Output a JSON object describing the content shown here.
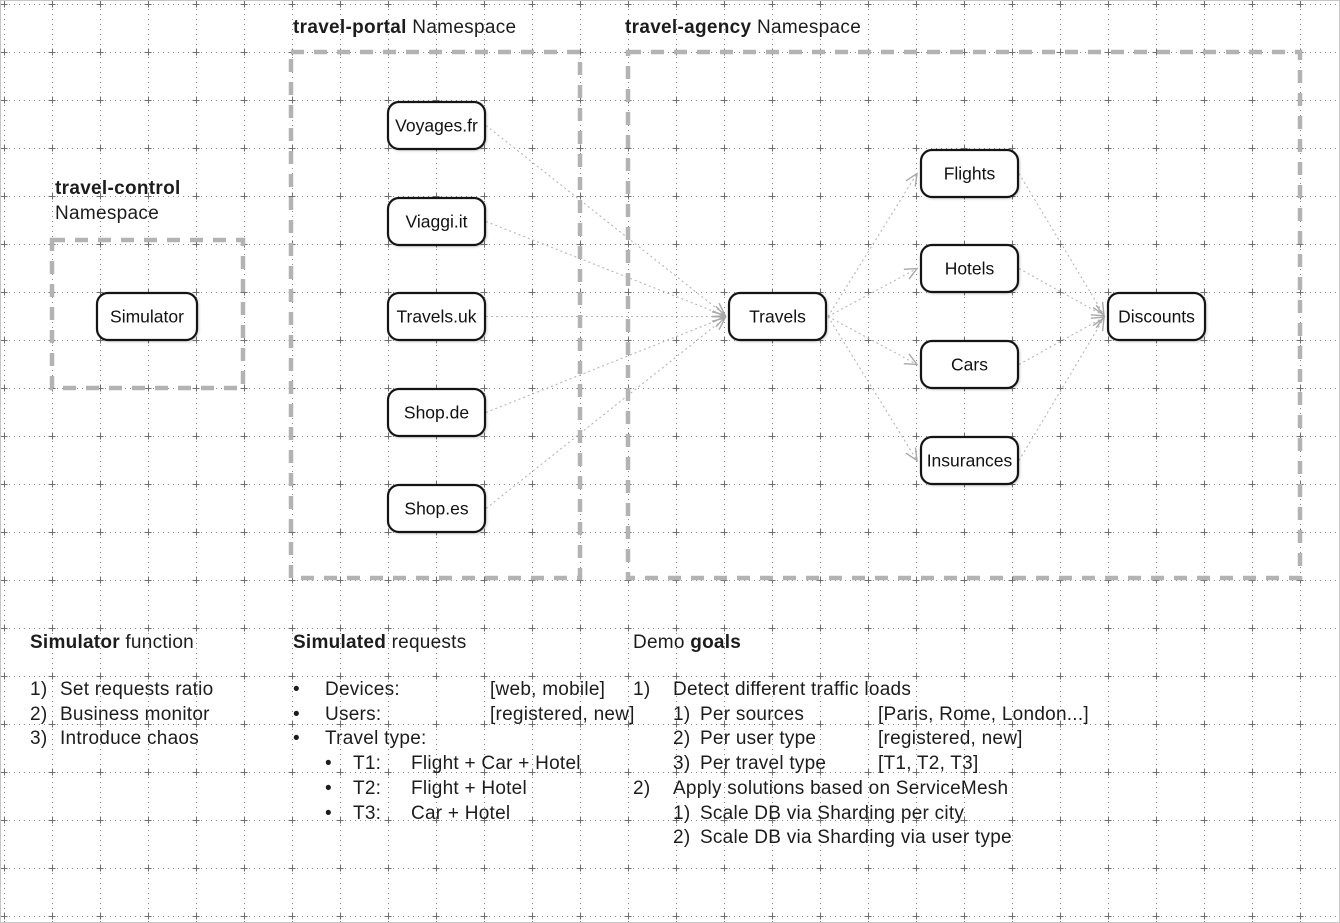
{
  "titles": {
    "control_bold": "travel-control",
    "control_regular": "Namespace",
    "portal_bold": "travel-portal",
    "portal_regular": " Namespace",
    "agency_bold": "travel-agency",
    "agency_regular": " Namespace"
  },
  "nodes": {
    "simulator": "Simulator",
    "voyages": "Voyages.fr",
    "viaggi": "Viaggi.it",
    "travelsuk": "Travels.uk",
    "shopde": "Shop.de",
    "shopes": "Shop.es",
    "travels": "Travels",
    "flights": "Flights",
    "hotels": "Hotels",
    "cars": "Cars",
    "insurances": "Insurances",
    "discounts": "Discounts"
  },
  "notes": {
    "col1": {
      "heading_bold": "Simulator",
      "heading_regular": " function",
      "items": [
        {
          "m": "1)",
          "t": "Set requests ratio"
        },
        {
          "m": "2)",
          "t": "Business monitor"
        },
        {
          "m": "3)",
          "t": "Introduce chaos"
        }
      ]
    },
    "col2": {
      "heading_bold": "Simulated",
      "heading_regular": " requests",
      "items": [
        {
          "m": "•",
          "label": "Devices:",
          "value": "[web, mobile]"
        },
        {
          "m": "•",
          "label": "Users:",
          "value": "[registered, new]"
        },
        {
          "m": "•",
          "label": "Travel type:",
          "value": ""
        }
      ],
      "subitems": [
        {
          "m": "•",
          "label": "T1:",
          "value": "Flight + Car + Hotel"
        },
        {
          "m": "•",
          "label": "T2:",
          "value": "Flight + Hotel"
        },
        {
          "m": "•",
          "label": "T3:",
          "value": "Car + Hotel"
        }
      ]
    },
    "col3": {
      "heading_regular": "Demo ",
      "heading_bold": "goals",
      "goal1_m": "1)",
      "goal1": "Detect different traffic loads",
      "goal1_subs": [
        {
          "m": "1)",
          "label": "Per sources",
          "value": "[Paris, Rome, London...]"
        },
        {
          "m": "2)",
          "label": "Per user type",
          "value": "[registered, new]"
        },
        {
          "m": "3)",
          "label": "Per travel type",
          "value": "[T1, T2, T3]"
        }
      ],
      "goal2_m": "2)",
      "goal2": "Apply solutions based on ServiceMesh",
      "goal2_subs": [
        {
          "m": "1)",
          "t": "Scale DB via Sharding per city"
        },
        {
          "m": "2)",
          "t": "Scale DB via Sharding via user type"
        }
      ]
    }
  },
  "colors": {
    "node_border": "#141414",
    "namespace_dash": "#b3b3b3",
    "edge": "#b5b5b5",
    "text": "#1c1c1c"
  }
}
